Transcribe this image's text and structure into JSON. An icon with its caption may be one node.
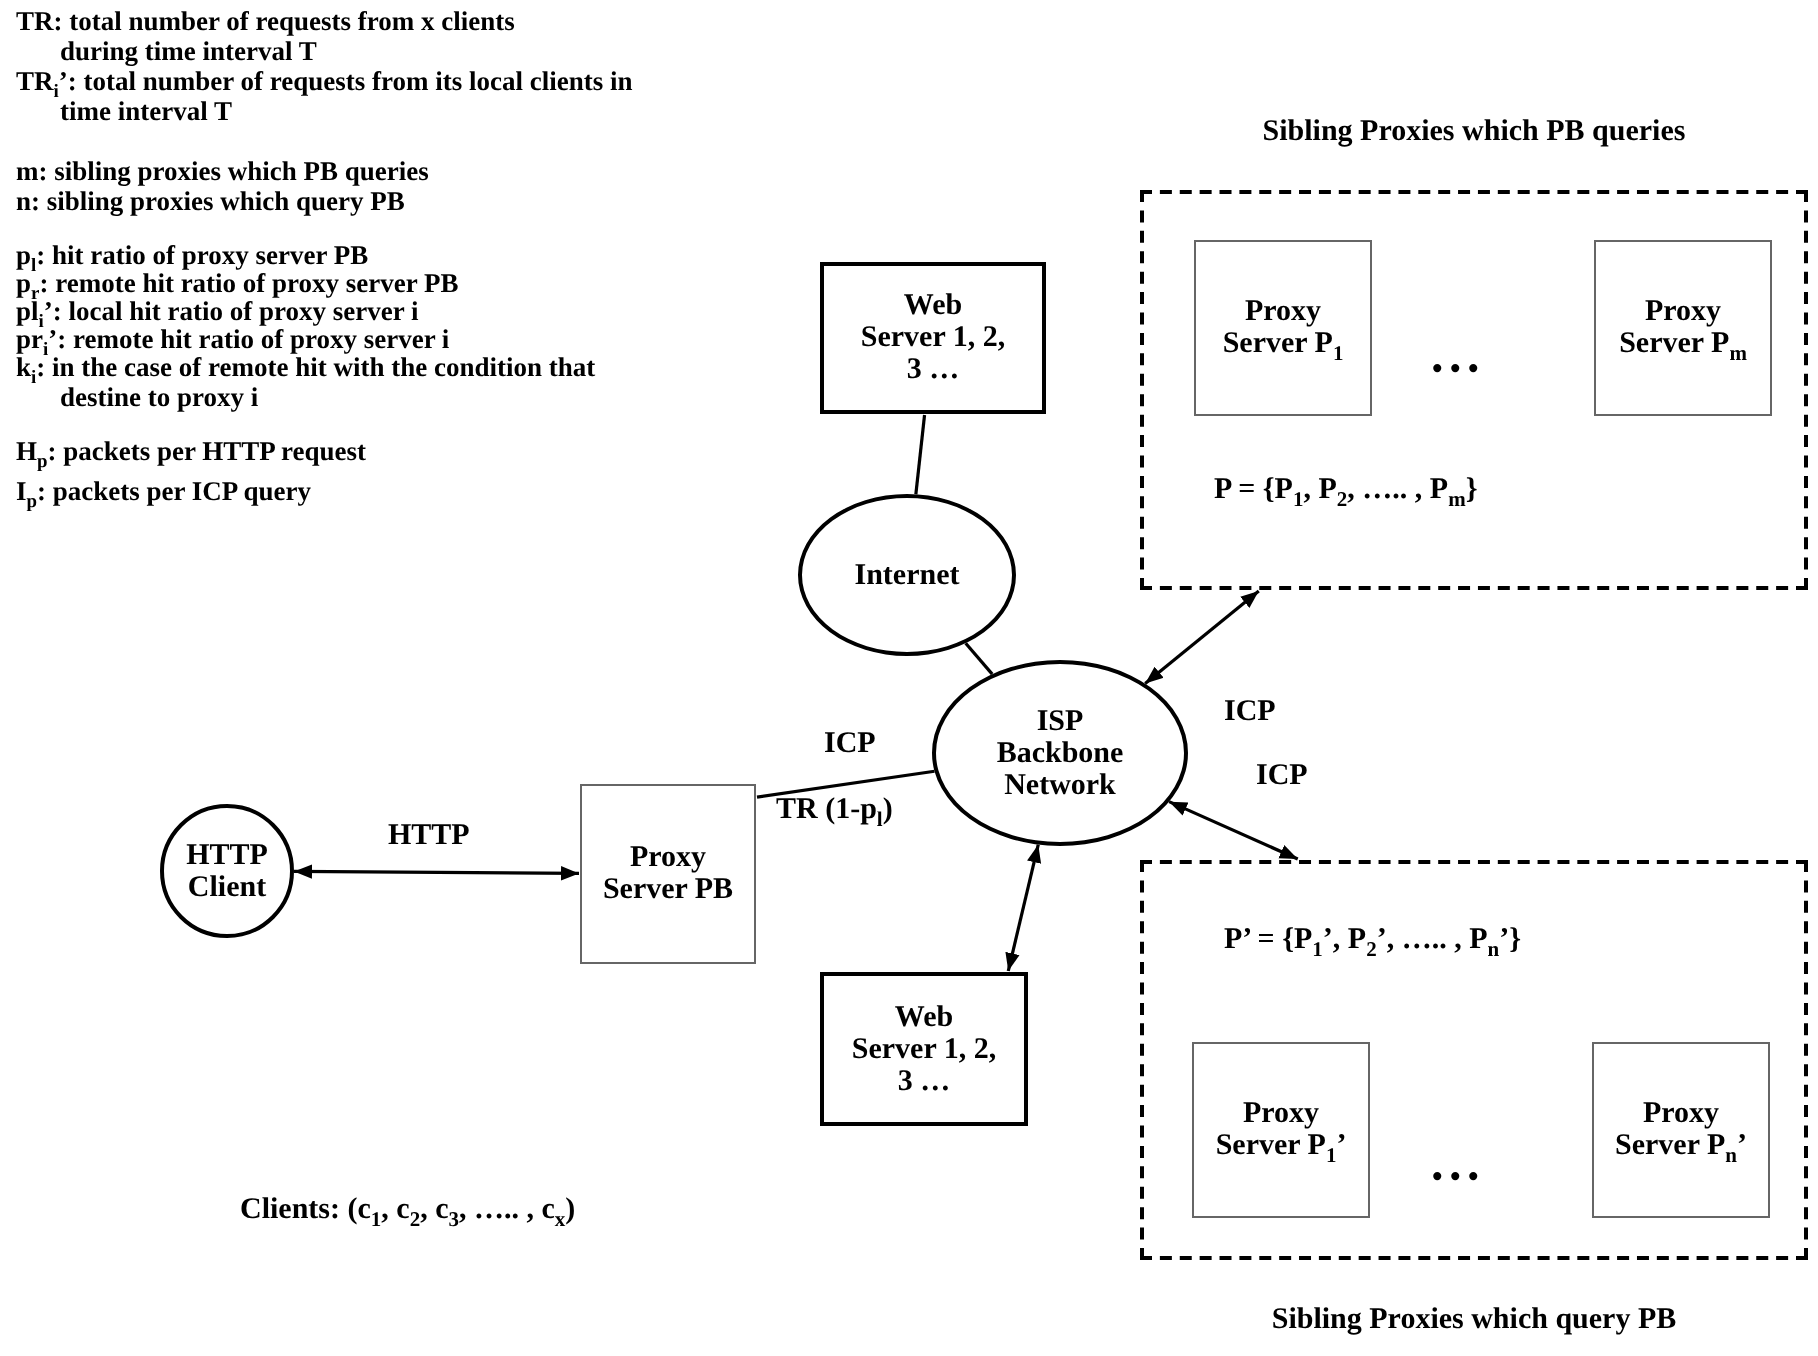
{
  "diagram": {
    "nodes": [
      {
        "text": [
          "Sibling Proxies which PB queries",
          "P = {P$_{1}$, P$_{2}$, ….. , P$_{m}$}"
        ]
      },
      {
        "text": [
          "Proxy Server P$_{1}$"
        ],
        "in": 0
      },
      {
        "text": [
          "Proxy Server P$_{m}$"
        ],
        "in": 0
      },
      {
        "text": [
          "Web Server 1, 2, 3 …"
        ]
      },
      {
        "text": [
          "Internet"
        ]
      },
      {
        "text": [
          "ISP Backbone Network"
        ]
      },
      {
        "text": [
          "Proxy Server PB"
        ]
      },
      {
        "text": [
          "HTTP Client"
        ]
      },
      {
        "text": [
          "Web Server 1, 2, 3 …"
        ]
      },
      {
        "text": [
          "P’ = {P$_{1}$’, P$_{2}$’, ….. , P$_{n}$’}",
          "Sibling Proxies which query PB"
        ]
      },
      {
        "text": [
          "Proxy Server P$_{1}$’"
        ],
        "in": 9
      },
      {
        "text": [
          "Proxy Server P$_{n}$’"
        ],
        "in": 9
      }
    ],
    "edges": [
      {
        "from": 3,
        "to": 4,
        "arrow": "none"
      },
      {
        "from": 4,
        "to": 5,
        "arrow": "none"
      },
      {
        "from": 6,
        "to": 5,
        "arrow": "none",
        "label": "ICP"
      },
      {
        "from": 7,
        "to": 6,
        "arrow": "both",
        "label": "HTTP"
      },
      {
        "from": 5,
        "to": 8,
        "arrow": "both"
      },
      {
        "from": 5,
        "to": 0,
        "arrow": "both",
        "label": "ICP"
      },
      {
        "from": 5,
        "to": 9,
        "arrow": "both",
        "label": "ICP"
      }
    ],
    "labels": [
      "TR: total number of requests from x clients during time interval T",
      "TR$_{i}$’: total number of requests from its local clients in time interval T",
      "m: sibling proxies which PB queries",
      "n: sibling proxies which query PB",
      "p$_{l}$: hit ratio of proxy server PB",
      "p$_{r}$: remote hit ratio of proxy server PB",
      "pl$_{i}$’: local hit ratio of proxy server i",
      "pr$_{i}$’: remote hit ratio of proxy server i",
      "k$_{i}$: in the case of remote hit with the condition that destine to proxy i",
      "H$_{p}$: packets per HTTP request",
      "I$_{p}$: packets per ICP query",
      "• • •",
      "TR (1-p$_{l}$)",
      "• • •",
      "Clients: (c$_{1}$, c$_{2}$, c$_{3}$, ….. , c$_{x}$)"
    ]
  }
}
